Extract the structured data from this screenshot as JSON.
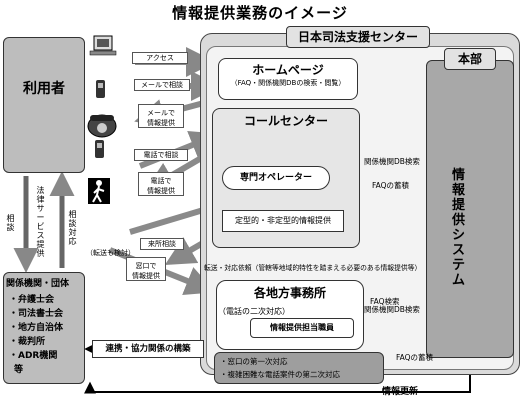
{
  "title": "情報提供業務のイメージ",
  "user": {
    "label": "利用者"
  },
  "center": {
    "label": "日本司法支援センター"
  },
  "hq": {
    "label": "本部",
    "system_label": "情報提供システム"
  },
  "homepage": {
    "title": "ホームページ",
    "subtitle": "（FAQ・関係機関DBの検索・閲覧）"
  },
  "access_channels": {
    "access": "アクセス",
    "mail_consult": "メールで相談",
    "mail_info": [
      "メールで",
      "情報提供"
    ],
    "phone_consult": "電話で相談",
    "phone_info": [
      "電話で",
      "情報提供"
    ],
    "visit_consult": "来所相談",
    "window_info": [
      "窓口で",
      "情報提供"
    ]
  },
  "call_center": {
    "title": "コールセンター",
    "operator": "専門オペレーター",
    "info": "定型的・非定型的情報提供"
  },
  "db_labels": {
    "related_db_search": "関係機関DB検索",
    "faq_accum": "FAQの蓄積",
    "faq_search": "FAQ検索",
    "related_db_search2": "関係機関DB検索",
    "faq_accum2": "FAQの蓄積",
    "info_update": "情報更新"
  },
  "forwarding_note": "転送・対応依頼（管轄等地域的特性を踏まえる必要のある情報提供等）",
  "forward_review": "（転送も検討）",
  "regional": {
    "title": "各地方事務所",
    "note": "（電話の二次対応）",
    "staff": "情報提供担当職員"
  },
  "window_box": {
    "line1": "・窓口の第一次対応",
    "line2": "・複雑困難な電話案件の第二次対応"
  },
  "legal_service": "法律サービス提供",
  "consultation": "相談",
  "consult_response": "相談対応",
  "organizations": {
    "title": "関係機関・団体",
    "items": [
      "・弁護士会",
      "・司法書士会",
      "・地方自治体",
      "・裁判所",
      "・ADR機関",
      "等"
    ]
  },
  "cooperation": "連携・協力関係の構築"
}
